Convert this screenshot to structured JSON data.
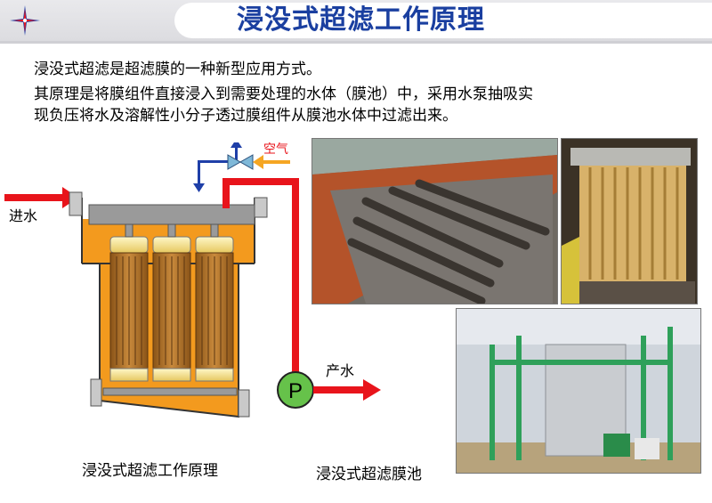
{
  "header": {
    "title": "浸没式超滤工作原理",
    "logo_icon": "star-burst-logo"
  },
  "intro": {
    "line1": "浸没式超滤是超滤膜的一种新型应用方式。",
    "line2": "其原理是将膜组件直接浸入到需要处理的水体（膜池）中，采用水泵抽吸实",
    "line3": "现负压将水及溶解性小分子透过膜组件从膜池水体中过滤出来。"
  },
  "diagram": {
    "inlet_label": "进水",
    "air_label": "空气",
    "pump_label": "P",
    "outlet_label": "产水",
    "caption": "浸没式超滤工作原理",
    "colors": {
      "water": "#f39a1e",
      "pipe_red": "#e8141b",
      "pipe_blue": "#1f3fa8",
      "air_arrow": "#f5a623",
      "air_text": "#e8141b",
      "pump_fill": "#66c24a",
      "module": "#b8742a",
      "cap": "#f5e6a0"
    }
  },
  "photos": {
    "caption": "浸没式超滤膜池",
    "tank_alt": "膜池",
    "module_alt": "膜组件",
    "plant_alt": "膜池车间"
  }
}
